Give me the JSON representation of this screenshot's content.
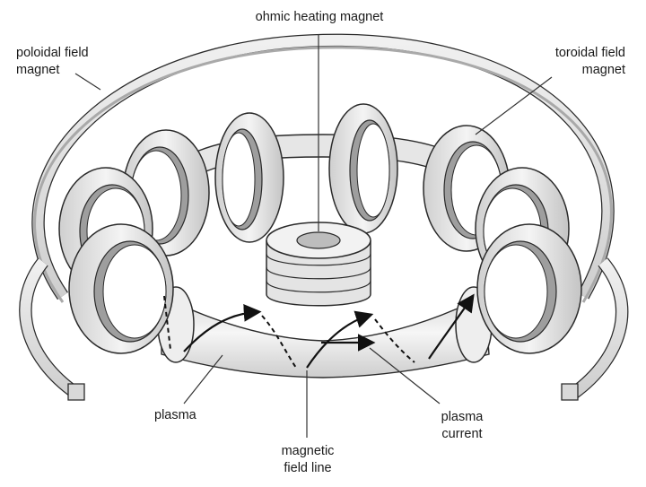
{
  "labels": {
    "ohmic": [
      "ohmic heating magnet"
    ],
    "poloidal": [
      "poloidal field",
      "magnet"
    ],
    "toroidal": [
      "toroidal field",
      "magnet"
    ],
    "plasma": [
      "plasma"
    ],
    "plasma_current": [
      "plasma",
      "current"
    ],
    "field_line": [
      "magnetic",
      "field line"
    ]
  },
  "colors": {
    "outline": "#2a2a2a",
    "metal_light": "#f2f2f2",
    "metal_mid": "#d9d9d9",
    "metal_dark": "#a9a9a9",
    "plasma_fill": "#e8e8e8"
  }
}
